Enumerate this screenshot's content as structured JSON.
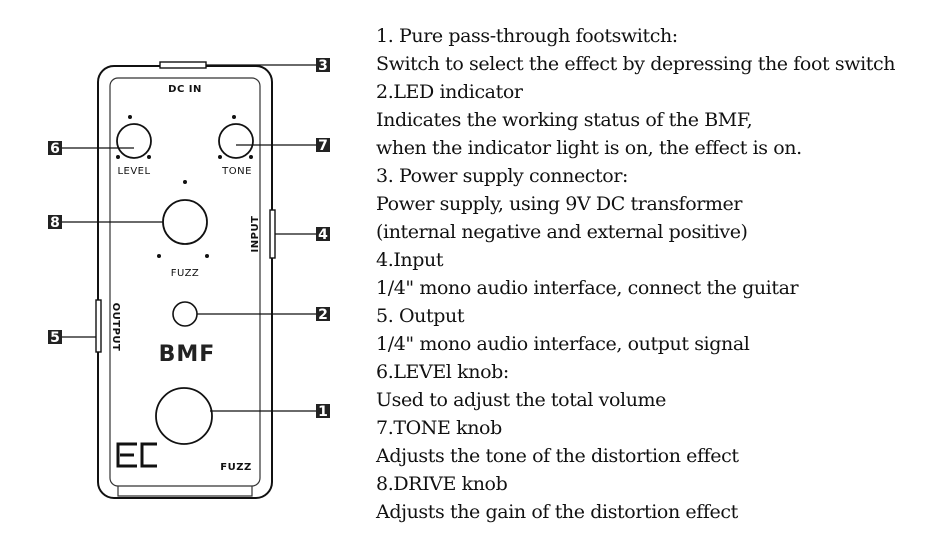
{
  "diagram": {
    "jack_labels": {
      "dc_in": "DC IN",
      "input": "INPUT",
      "output": "OUTPUT"
    },
    "knob_labels": {
      "level": "LEVEL",
      "tone": "TONE",
      "fuzz": "FUZZ"
    },
    "brand": "BMF",
    "logo": "EC",
    "footer_label": "FUZZ",
    "callouts": {
      "footswitch": "1",
      "led": "2",
      "power": "3",
      "input": "4",
      "output": "5",
      "level": "6",
      "tone": "7",
      "drive": "8"
    }
  },
  "description_lines": [
    "1. Pure pass-through footswitch:",
    "Switch to select the effect by depressing the foot switch",
    "2.LED indicator",
    "Indicates the working status of the BMF,",
    "when the indicator light is on, the effect is on.",
    "3. Power supply connector:",
    "Power supply, using 9V DC transformer",
    "(internal negative and external positive)",
    "4.Input",
    "1/4\" mono audio interface, connect the guitar",
    "5. Output",
    "1/4\" mono audio interface, output signal",
    "6.LEVEl knob:",
    "Used to adjust the total volume",
    "7.TONE knob",
    "Adjusts the tone of the distortion effect",
    "8.DRIVE knob",
    "Adjusts the gain of the distortion effect"
  ]
}
